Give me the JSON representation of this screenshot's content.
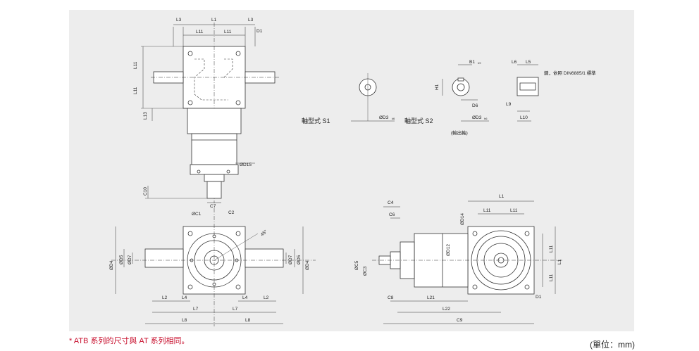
{
  "top_view": {
    "dims": {
      "L3_left": "L3",
      "L1": "L1",
      "L3_right": "L3",
      "L11_a": "L11",
      "L11_b": "L11",
      "D1": "D1",
      "L11_v1": "L11",
      "L11_v2": "L11",
      "L13": "L13",
      "D15": "ØD15",
      "C10": "C10",
      "C7": "C7"
    }
  },
  "shaft_types": {
    "s1_label": "軸型式  S1",
    "s1_d3": "ØD3",
    "s1_d3_tol": "k6",
    "s2_label": "軸型式  S2",
    "s2_sub": "(輸出軸)",
    "s2_b1": "B1",
    "s2_b1_tol": "h9",
    "s2_h1": "H1",
    "s2_d6": "D6",
    "s2_d3": "ØD3",
    "s2_d3_tol": "h6",
    "key_note": "鍵，依照 DIN6885/1 標準",
    "key_dims": {
      "L6": "L6",
      "L5": "L5",
      "L9": "L9",
      "L10": "L10"
    }
  },
  "front_view": {
    "dims": {
      "C1": "ØC1",
      "C2": "C2",
      "angle": "45°",
      "D4": "ØD4",
      "D4_tol": "h7",
      "D5": "ØD5",
      "D7": "ØD7",
      "L2": "L2",
      "L4": "L4",
      "L7": "L7",
      "L8": "L8"
    }
  },
  "side_view": {
    "dims": {
      "C4": "C4",
      "C6": "C6",
      "L1": "L1",
      "L11_a": "L11",
      "L11_b": "L11",
      "D14": "ØD14",
      "D14_tol": "H7",
      "D12": "ØD12",
      "C5": "ØC5",
      "C3": "ØC3",
      "C8": "C8",
      "L21": "L21",
      "L22": "L22",
      "C9": "C9",
      "D1": "D1"
    }
  },
  "footnote": "* ATB 系列的尺寸與 AT 系列相同。",
  "units": "(單位：mm)"
}
